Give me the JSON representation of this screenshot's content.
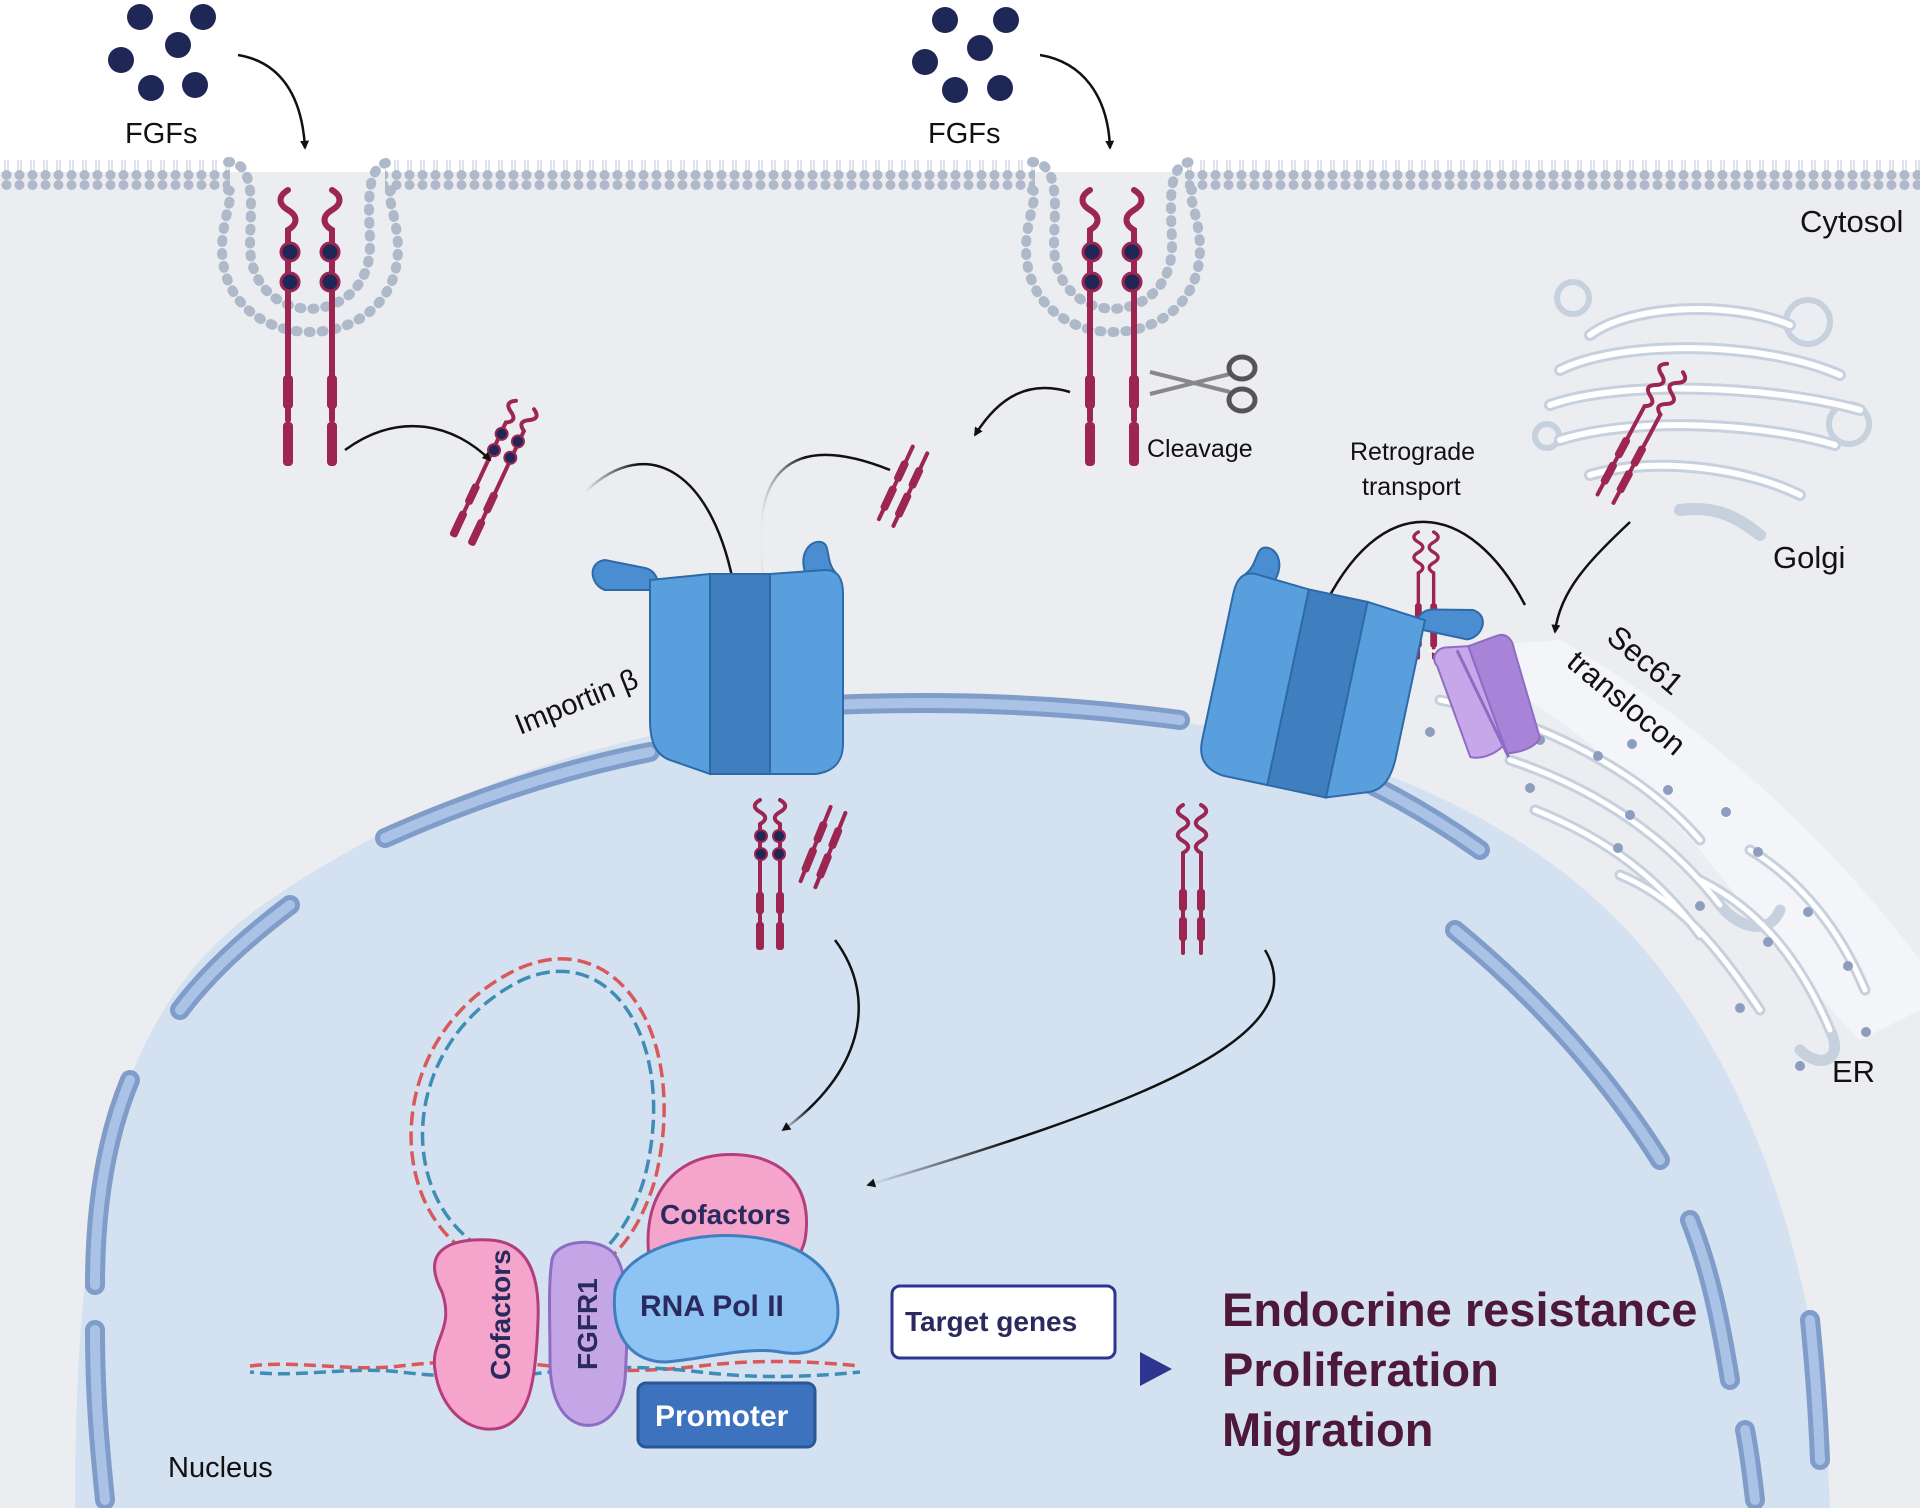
{
  "labels": {
    "fgfs_left": "FGFs",
    "fgfs_right": "FGFs",
    "cytosol": "Cytosol",
    "cleavage": "Cleavage",
    "retrograde_line1": "Retrograde",
    "retrograde_line2": "transport",
    "golgi": "Golgi",
    "sec61_line1": "Sec61",
    "sec61_line2": "translocon",
    "importin": "Importin β",
    "er": "ER",
    "nucleus": "Nucleus",
    "cofactors_top": "Cofactors",
    "cofactors_left": "Cofactors",
    "fgfr1": "FGFR1",
    "rna_pol": "RNA Pol II",
    "promoter": "Promoter",
    "target_genes": "Target genes"
  },
  "outcomes": [
    "Endocrine resistance",
    "Proliferation",
    "Migration"
  ],
  "colors": {
    "membrane": "#9fb0c6",
    "cytosol_bg": "#ecedf0",
    "nucleus_fill": "#d3e1f1",
    "nuclear_envelope": "#9db8dc",
    "receptor": "#9c2552",
    "ligand": "#1f2756",
    "importin": "#4a8dd0",
    "sec61": "#b99ae0",
    "cofactors": "#f5a5cb",
    "fgfr1_box": "#c4a5e6",
    "rna_pol": "#8ec4f3",
    "promoter": "#3d72bf",
    "outcome_text": "#4e1838"
  },
  "icons": [
    "scissors-icon"
  ]
}
